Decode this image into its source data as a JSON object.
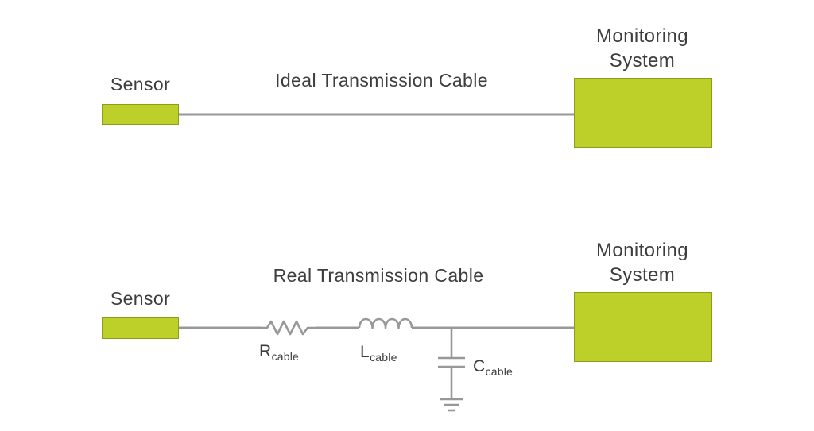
{
  "colors": {
    "box_fill": "#bdd02a",
    "box_stroke": "#8d9c1b",
    "wire": "#989898",
    "text": "#3d3d3d"
  },
  "top_diagram": {
    "sensor_label": "Sensor",
    "cable_label": "Ideal Transmission Cable",
    "monitoring_line1": "Monitoring",
    "monitoring_line2": "System"
  },
  "bottom_diagram": {
    "sensor_label": "Sensor",
    "cable_label": "Real Transmission Cable",
    "monitoring_line1": "Monitoring",
    "monitoring_line2": "System",
    "components": {
      "resistor": {
        "symbol": "R",
        "subscript": "cable"
      },
      "inductor": {
        "symbol": "L",
        "subscript": "cable"
      },
      "capacitor": {
        "symbol": "C",
        "subscript": "cable"
      }
    }
  }
}
